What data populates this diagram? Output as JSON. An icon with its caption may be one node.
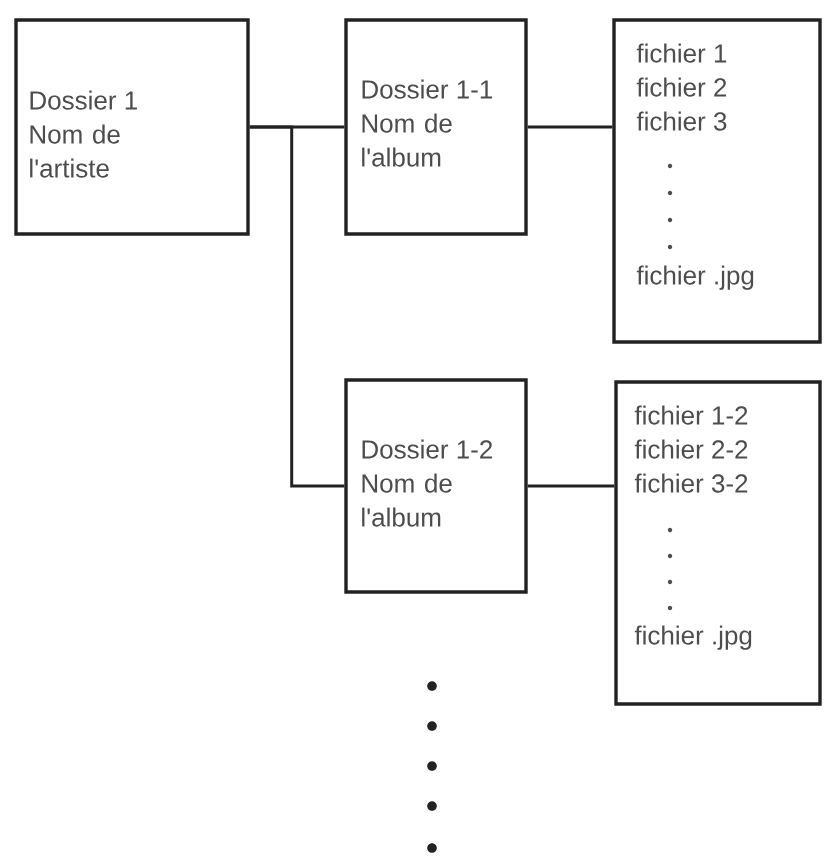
{
  "diagram": {
    "nodes": [
      {
        "text": [
          "Dossier 1",
          "Nom de l'artiste"
        ]
      },
      {
        "text": [
          "Dossier 1-1",
          "Nom de l'album"
        ]
      },
      {
        "text": [
          "fichier 1",
          "fichier 2",
          "fichier 3",
          "fichier .jpg"
        ]
      },
      {
        "text": [
          "Dossier 1-2",
          "Nom de l'album"
        ]
      },
      {
        "text": [
          "fichier 1-2",
          "fichier 2-2",
          "fichier 3-2",
          "fichier .jpg"
        ]
      }
    ],
    "edges": [
      {
        "from": 0,
        "to": 1,
        "arrow": "none"
      },
      {
        "from": 0,
        "to": 3,
        "arrow": "none"
      },
      {
        "from": 1,
        "to": 2,
        "arrow": "none"
      },
      {
        "from": 3,
        "to": 4,
        "arrow": "none"
      }
    ]
  }
}
